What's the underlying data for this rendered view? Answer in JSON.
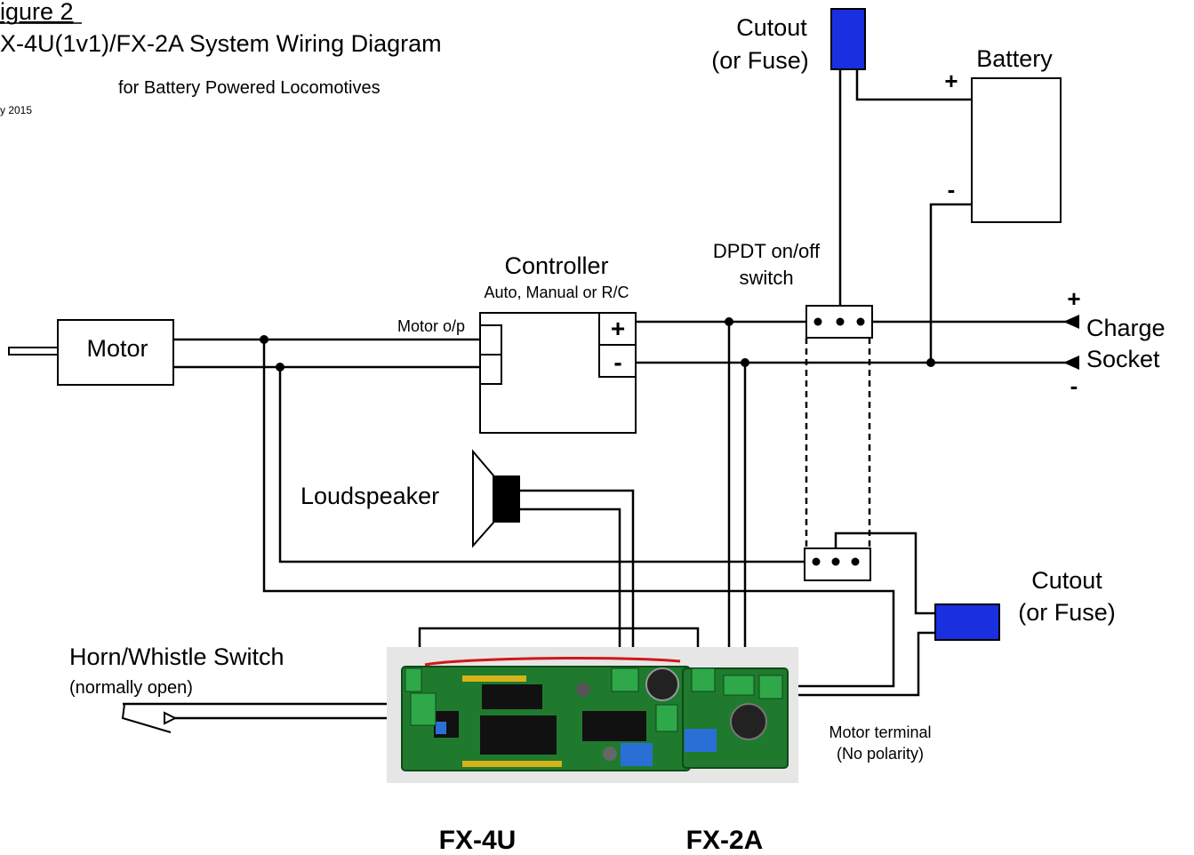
{
  "header": {
    "figure_label": "igure 2",
    "title": "X-4U(1v1)/FX-2A System Wiring Diagram",
    "subtitle": "for Battery Powered Locomotives",
    "date": "y 2015"
  },
  "labels": {
    "cutout_top_1": "Cutout",
    "cutout_top_2": "(or Fuse)",
    "battery": "Battery",
    "battery_plus": "+",
    "battery_minus": "-",
    "dpdt_1": "DPDT on/off",
    "dpdt_2": "switch",
    "controller": "Controller",
    "controller_sub": "Auto, Manual or R/C",
    "controller_plus": "+",
    "controller_minus": "-",
    "motor_op": "Motor o/p",
    "motor": "Motor",
    "charge_plus": "+",
    "charge": "Charge",
    "socket": "Socket",
    "charge_minus": "-",
    "loudspeaker": "Loudspeaker",
    "cutout_right_1": "Cutout",
    "cutout_right_2": "(or Fuse)",
    "horn_1": "Horn/Whistle Switch",
    "horn_2": "(normally open)",
    "motor_terminal_1": "Motor terminal",
    "motor_terminal_2": "(No polarity)",
    "fx4u": "FX-4U",
    "fx2a": "FX-2A"
  },
  "colors": {
    "fuse": "#1a2fe0",
    "pcb": "#1f7a2e",
    "terminal_block": "#2fa84a",
    "wire": "#000000"
  }
}
